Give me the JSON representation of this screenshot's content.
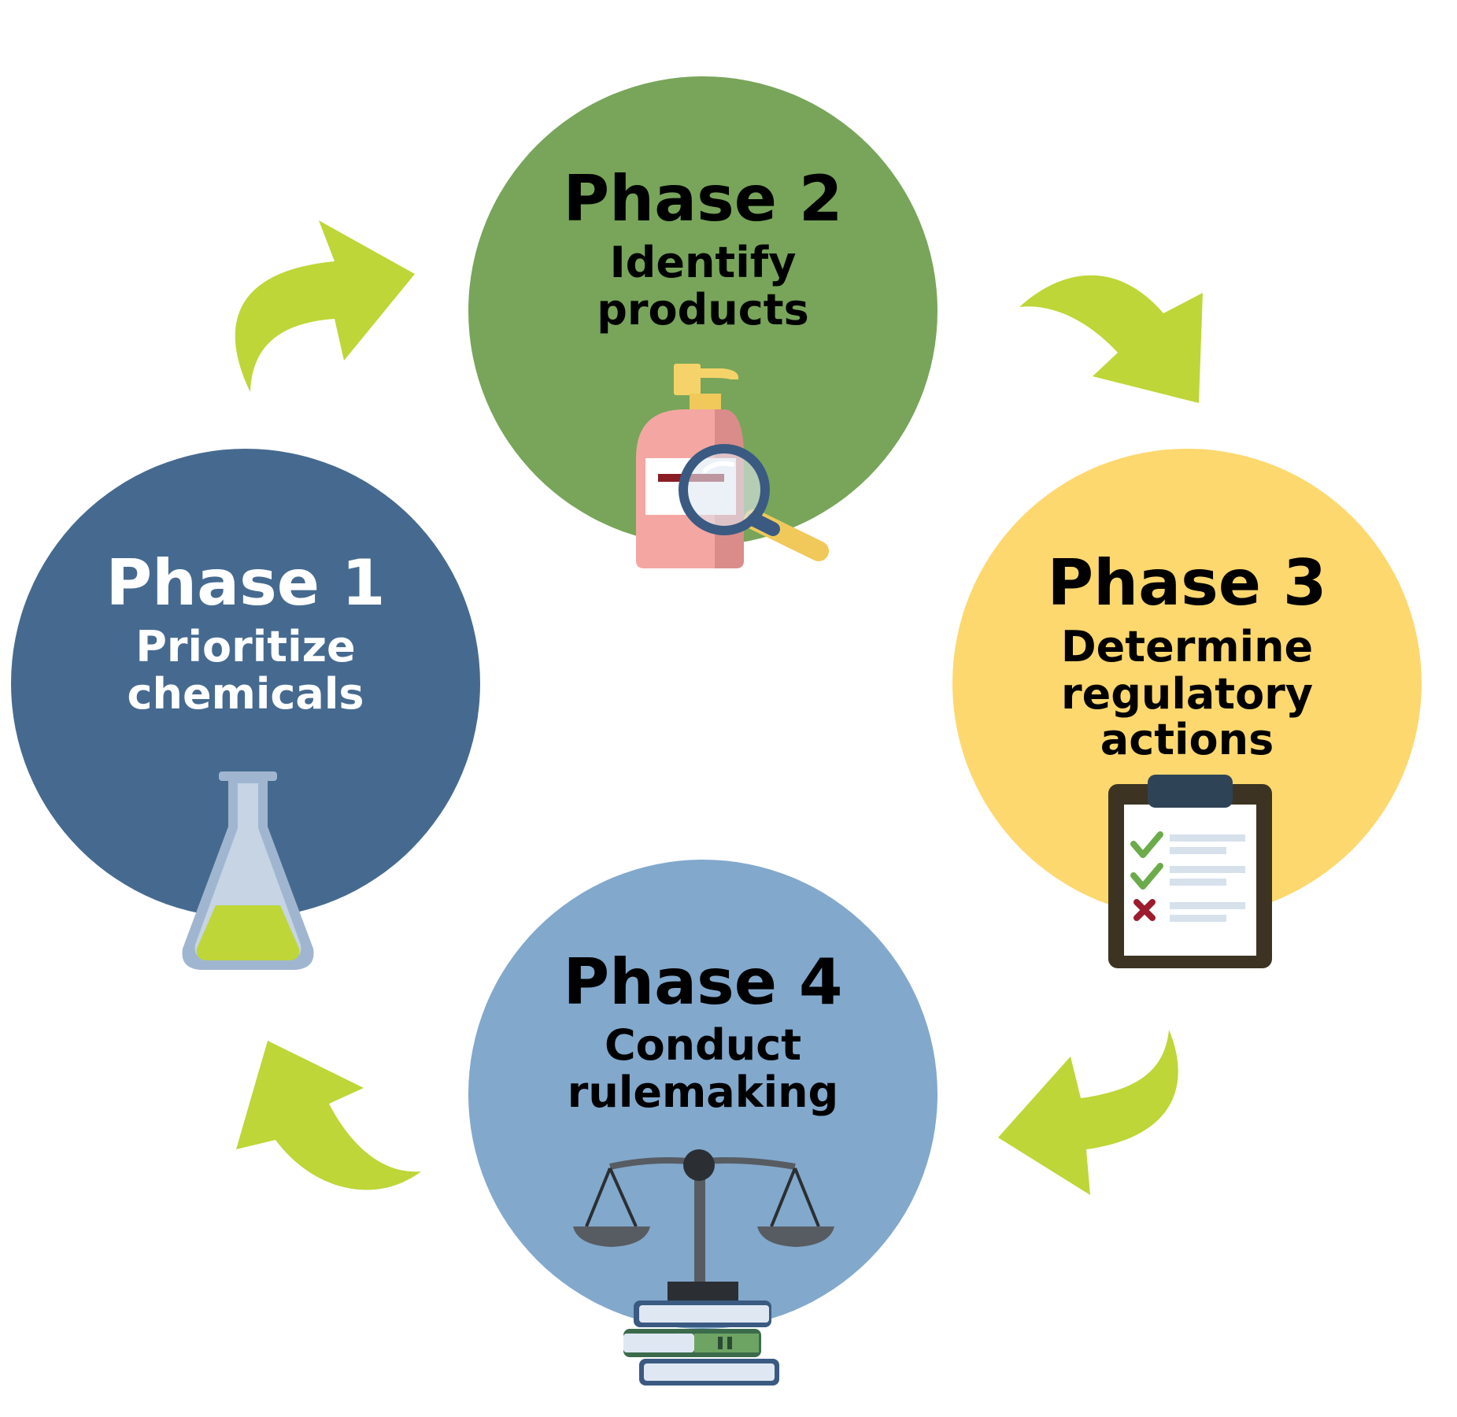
{
  "colors": {
    "arrow": "#bed637",
    "phase1_circle": "#466a8f",
    "phase2_circle": "#78a55a",
    "phase3_circle": "#fdd86f",
    "phase4_circle": "#82a8cc",
    "text_light": "#ffffff",
    "text_dark": "#000000"
  },
  "phases": [
    {
      "title": "Phase 1",
      "lines": [
        "Prioritize",
        "chemicals"
      ],
      "icon": "flask-icon"
    },
    {
      "title": "Phase 2",
      "lines": [
        "Identify",
        "products"
      ],
      "icon": "bottle-magnifier-icon"
    },
    {
      "title": "Phase 3",
      "lines": [
        "Determine",
        "regulatory",
        "actions"
      ],
      "icon": "clipboard-checklist-icon"
    },
    {
      "title": "Phase 4",
      "lines": [
        "Conduct",
        "rulemaking"
      ],
      "icon": "scales-books-icon"
    }
  ],
  "cycle_arrows": [
    "arrow-phase1-to-phase2",
    "arrow-phase2-to-phase3",
    "arrow-phase3-to-phase4",
    "arrow-phase4-to-phase1"
  ]
}
